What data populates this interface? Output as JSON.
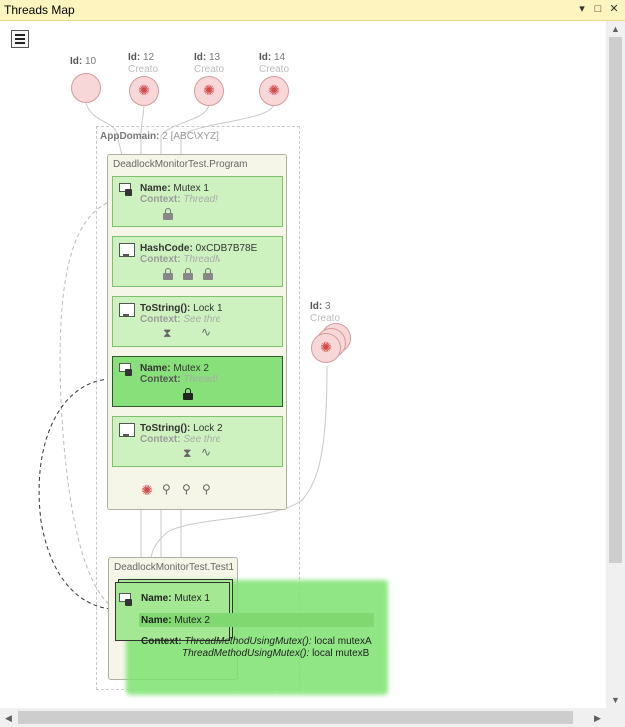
{
  "window": {
    "title": "Threads Map",
    "controls": [
      "▾",
      "□",
      "✕"
    ]
  },
  "menu": {
    "label": "menu-icon"
  },
  "threads": [
    {
      "id_label": "Id:",
      "id": "10",
      "sub": ""
    },
    {
      "id_label": "Id:",
      "id": "12",
      "sub": "Creato"
    },
    {
      "id_label": "Id:",
      "id": "13",
      "sub": "Creato"
    },
    {
      "id_label": "Id:",
      "id": "14",
      "sub": "Creato"
    },
    {
      "id_label": "Id:",
      "id": "3",
      "sub": "Creato"
    }
  ],
  "appdomain": {
    "label": "AppDomain:",
    "value": "2 [ABC\\XYZ]"
  },
  "program_class": {
    "title": "DeadlockMonitorTest.Program",
    "items": [
      {
        "key": "Name:",
        "value": "Mutex 1",
        "ctx_key": "Context:",
        "ctx_value": "Thread!"
      },
      {
        "key": "HashCode:",
        "value": "0xCDB7B78E",
        "ctx_key": "Context:",
        "ctx_value": "ThreadMethod/n"
      },
      {
        "key": "ToString():",
        "value": "Lock 1",
        "ctx_key": "Context:",
        "ctx_value": "See thread"
      },
      {
        "key": "Name:",
        "value": "Mutex 2",
        "ctx_key": "Context:",
        "ctx_value": "Thread!"
      },
      {
        "key": "ToString():",
        "value": "Lock 2",
        "ctx_key": "Context:",
        "ctx_value": "See thread"
      }
    ]
  },
  "test_class": {
    "title": "DeadlockMonitorTest.Test1",
    "detail": {
      "name1_key": "Name:",
      "name1_val": "Mutex 1",
      "name2_key": "Name:",
      "name2_val": "Mutex 2",
      "ctx_key": "Context:",
      "ctx_line1_method": "ThreadMethodUsingMutex():",
      "ctx_line1_rest": "local mutexA",
      "ctx_line2_method": "ThreadMethodUsingMutex():",
      "ctx_line2_rest": "local mutexB"
    }
  },
  "colors": {
    "titlebar": "#fdf4bf",
    "item": "#cdf2c0",
    "item_active": "#88e07a",
    "thread": "#f8d7d8"
  }
}
